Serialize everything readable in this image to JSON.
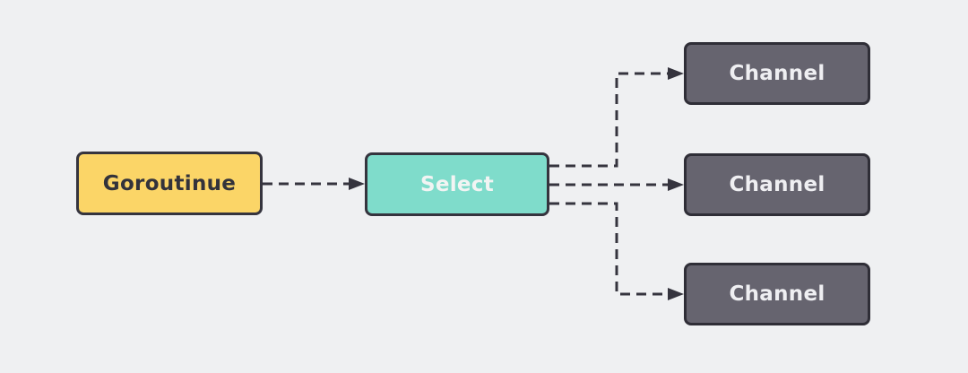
{
  "diagram": {
    "title": "goroutine-select-channel-flow",
    "nodes": {
      "goroutine": {
        "label": "Goroutinue",
        "fill": "#FBD567",
        "text_color": "#33333B"
      },
      "select": {
        "label": "Select",
        "fill": "#7FDCCB",
        "text_color": "#F2F4F3"
      },
      "channel_1": {
        "label": "Channel",
        "fill": "#66646F",
        "text_color": "#EFEFF2"
      },
      "channel_2": {
        "label": "Channel",
        "fill": "#66646F",
        "text_color": "#EFEFF2"
      },
      "channel_3": {
        "label": "Channel",
        "fill": "#66646F",
        "text_color": "#EFEFF2"
      }
    },
    "connectors": [
      {
        "from": "goroutine",
        "to": "select",
        "style": "dashed",
        "arrow": "right"
      },
      {
        "from": "select",
        "to": "channel_1",
        "style": "dashed",
        "arrow": "right"
      },
      {
        "from": "select",
        "to": "channel_2",
        "style": "dashed",
        "arrow": "right"
      },
      {
        "from": "select",
        "to": "channel_3",
        "style": "dashed",
        "arrow": "right"
      }
    ],
    "colors": {
      "background": "#EFF0F2",
      "outline": "#35343E",
      "connector": "#35343E"
    }
  }
}
